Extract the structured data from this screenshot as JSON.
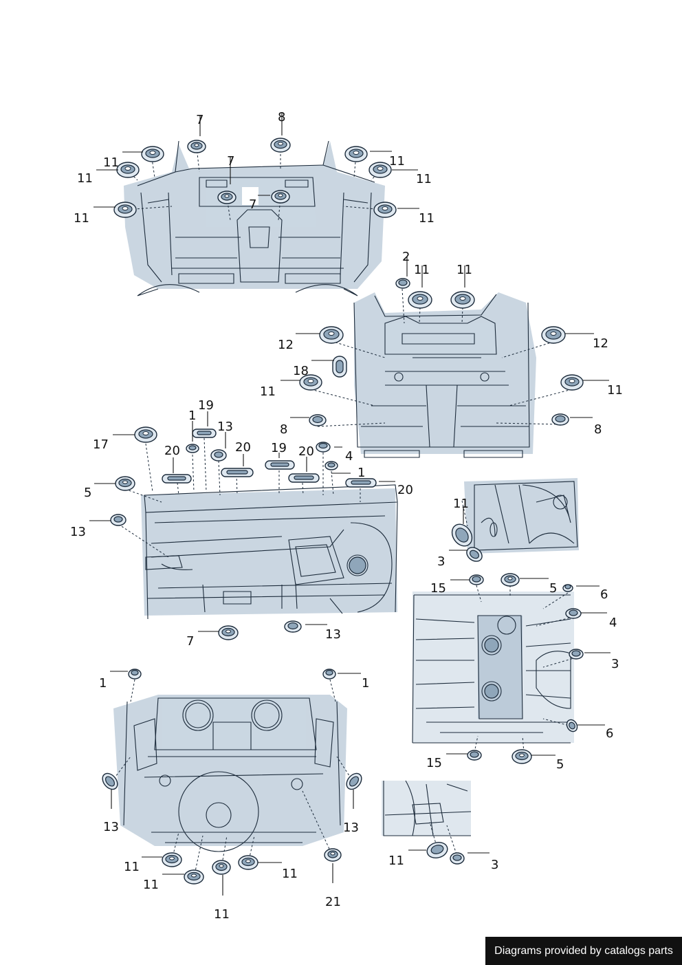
{
  "footer": {
    "credit": "Diagrams provided by catalogs parts"
  },
  "callouts": [
    {
      "id": "c1",
      "text": "7"
    },
    {
      "id": "c2",
      "text": "8"
    },
    {
      "id": "c3",
      "text": "7"
    },
    {
      "id": "c4",
      "text": "7"
    },
    {
      "id": "c5",
      "text": "11"
    },
    {
      "id": "c6",
      "text": "11"
    },
    {
      "id": "c7",
      "text": "11"
    },
    {
      "id": "c8",
      "text": "11"
    },
    {
      "id": "c9",
      "text": "11"
    },
    {
      "id": "c10",
      "text": "11"
    },
    {
      "id": "c11",
      "text": "2"
    },
    {
      "id": "c12",
      "text": "11"
    },
    {
      "id": "c13",
      "text": "11"
    },
    {
      "id": "c14",
      "text": "12"
    },
    {
      "id": "c15",
      "text": "12"
    },
    {
      "id": "c16",
      "text": "18"
    },
    {
      "id": "c17",
      "text": "11"
    },
    {
      "id": "c18",
      "text": "11"
    },
    {
      "id": "c19",
      "text": "8"
    },
    {
      "id": "c20",
      "text": "8"
    },
    {
      "id": "c21",
      "text": "19"
    },
    {
      "id": "c22",
      "text": "1"
    },
    {
      "id": "c23",
      "text": "13"
    },
    {
      "id": "c24",
      "text": "17"
    },
    {
      "id": "c25",
      "text": "20"
    },
    {
      "id": "c26",
      "text": "20"
    },
    {
      "id": "c27",
      "text": "19"
    },
    {
      "id": "c28",
      "text": "20"
    },
    {
      "id": "c29",
      "text": "4"
    },
    {
      "id": "c30",
      "text": "1"
    },
    {
      "id": "c31",
      "text": "20"
    },
    {
      "id": "c32",
      "text": "5"
    },
    {
      "id": "c33",
      "text": "13"
    },
    {
      "id": "c34",
      "text": "7"
    },
    {
      "id": "c35",
      "text": "13"
    },
    {
      "id": "c36",
      "text": "11"
    },
    {
      "id": "c37",
      "text": "3"
    },
    {
      "id": "c38",
      "text": "15"
    },
    {
      "id": "c39",
      "text": "5"
    },
    {
      "id": "c40",
      "text": "6"
    },
    {
      "id": "c41",
      "text": "4"
    },
    {
      "id": "c42",
      "text": "3"
    },
    {
      "id": "c43",
      "text": "6"
    },
    {
      "id": "c44",
      "text": "15"
    },
    {
      "id": "c45",
      "text": "5"
    },
    {
      "id": "c46",
      "text": "1"
    },
    {
      "id": "c47",
      "text": "1"
    },
    {
      "id": "c48",
      "text": "13"
    },
    {
      "id": "c49",
      "text": "13"
    },
    {
      "id": "c50",
      "text": "11"
    },
    {
      "id": "c51",
      "text": "11"
    },
    {
      "id": "c52",
      "text": "11"
    },
    {
      "id": "c53",
      "text": "11"
    },
    {
      "id": "c54",
      "text": "21"
    },
    {
      "id": "c55",
      "text": "11"
    },
    {
      "id": "c56",
      "text": "3"
    }
  ]
}
